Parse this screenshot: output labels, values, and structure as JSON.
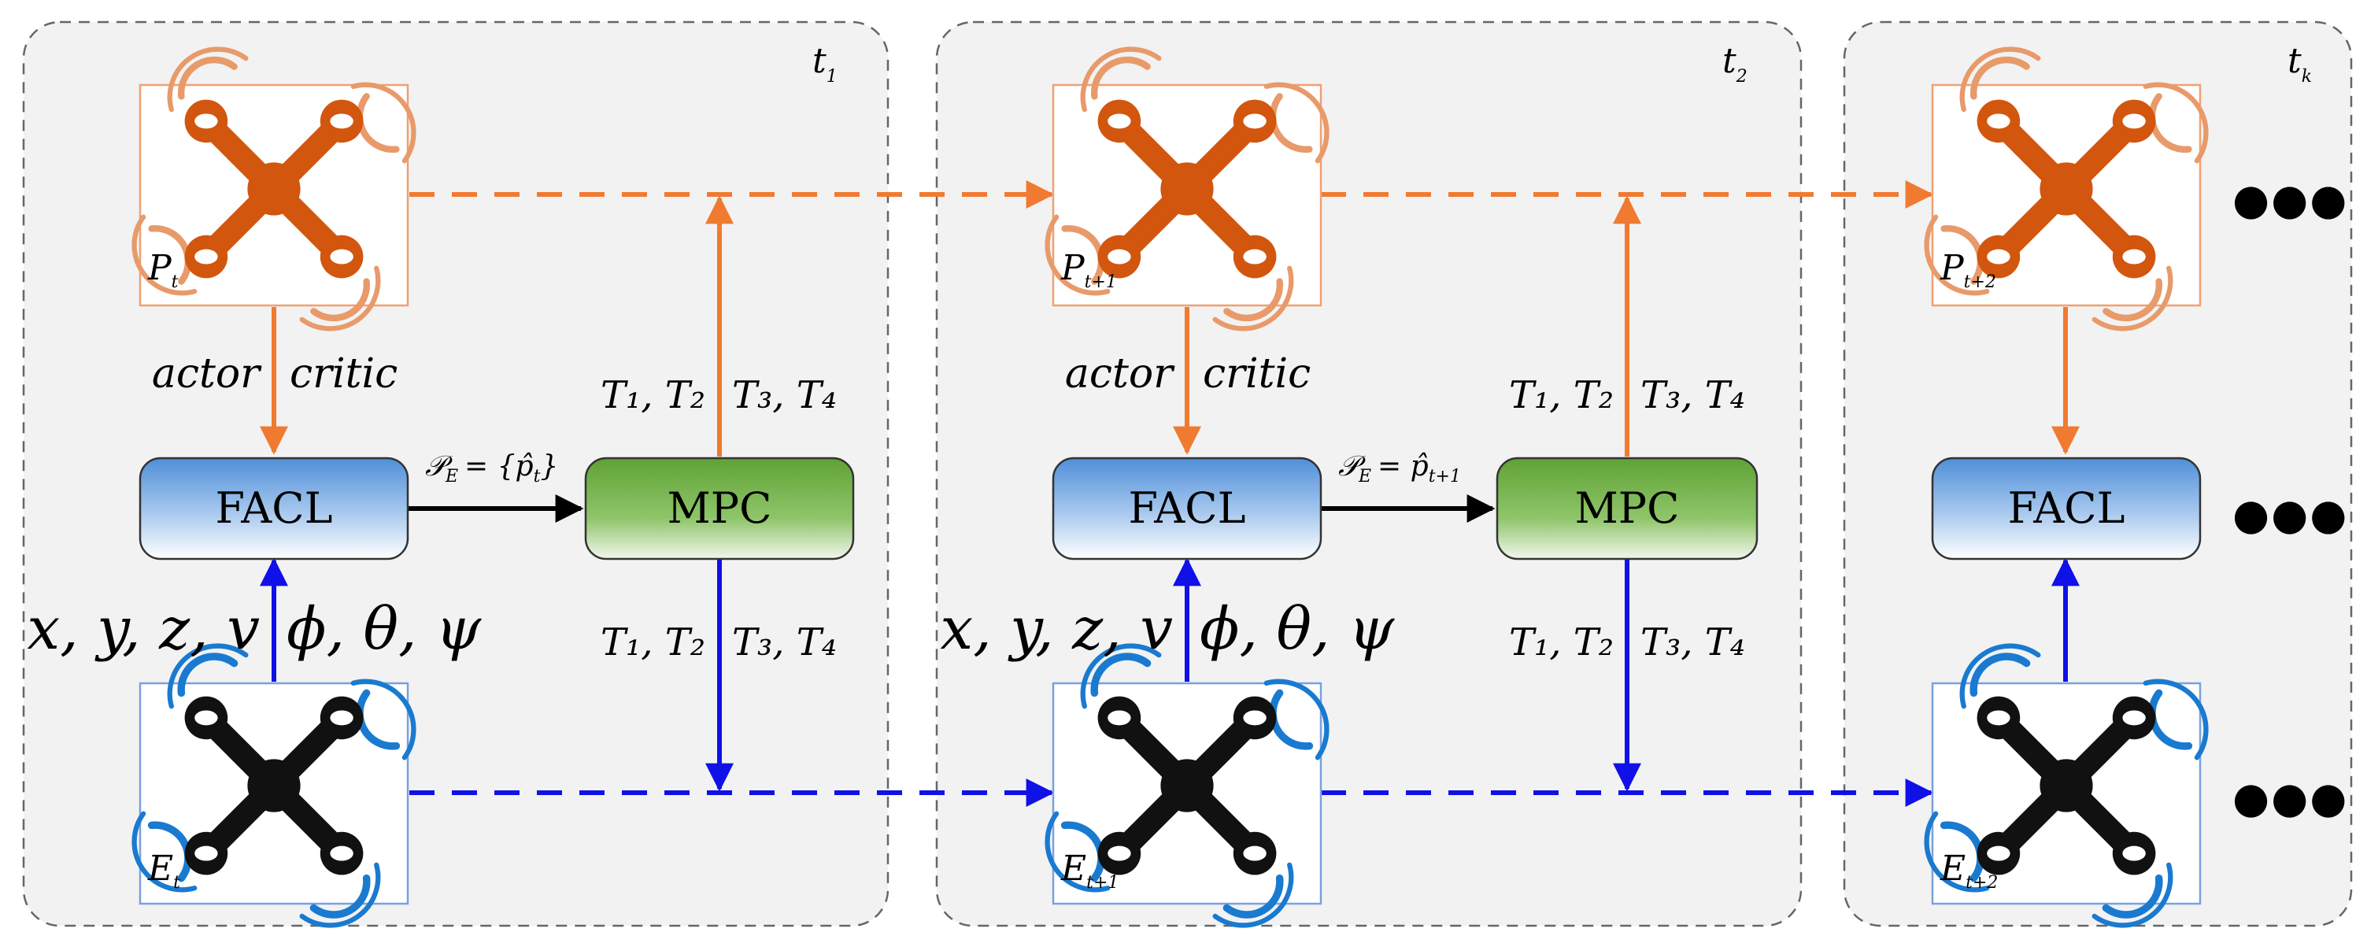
{
  "frames": [
    {
      "time_label": "t",
      "time_sub": "1"
    },
    {
      "time_label": "t",
      "time_sub": "2"
    },
    {
      "time_label": "t",
      "time_sub": "k"
    }
  ],
  "pursuers": [
    {
      "label": "P",
      "sub": "t"
    },
    {
      "label": "P",
      "sub": "t+1"
    },
    {
      "label": "P",
      "sub": "t+2"
    }
  ],
  "evaders": [
    {
      "label": "E",
      "sub": "t"
    },
    {
      "label": "E",
      "sub": "t+1"
    },
    {
      "label": "E",
      "sub": "t+2"
    }
  ],
  "nodes": {
    "facl": "FACL",
    "mpc": "MPC"
  },
  "labels": {
    "actor": "actor",
    "critic": "critic",
    "thrust_left": "T₁, T₂",
    "thrust_right": "T₃, T₄",
    "pos_state": "x, y, z, v",
    "angles": "ϕ, θ, ψ",
    "pe_1": "𝒫",
    "pe_1_sub": "E",
    "pe_1_rhs": "= {p̂",
    "pe_1_rhs_sub": "t",
    "pe_1_close": "}",
    "pe_2": "𝒫",
    "pe_2_sub": "E",
    "pe_2_rhs": "= p̂",
    "pe_2_rhs_sub": "t+1",
    "ellipsis": "●●●"
  },
  "colors": {
    "pursuer": "#f07a30",
    "pursuer_body": "#d2560e",
    "pursuer_rotor": "#e89a6a",
    "evader": "#1010e8",
    "evader_body": "#111111",
    "evader_rotor": "#1a7ad0",
    "facl_top": "#4f8fd8",
    "facl_bottom": "#ffffff",
    "mpc_top": "#5fa235",
    "mpc_bottom": "#f1f7ec"
  }
}
